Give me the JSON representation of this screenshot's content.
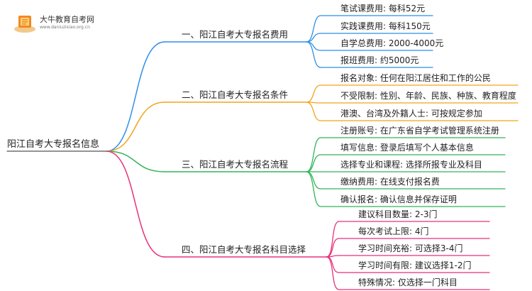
{
  "logo": {
    "title": "大牛教育自考网",
    "subtitle": "www.daniuzixiao.org.cn"
  },
  "root": "阳江自考大专报名信息",
  "colors": {
    "root_line": "#555555",
    "branches": [
      "#2f8fe8",
      "#f2a41c",
      "#31b55a",
      "#e8317a"
    ]
  },
  "branches": [
    {
      "label": "一、阳江自考大专报名费用",
      "leaves": [
        "笔试课费用: 每科52元",
        "实践课费用: 每科150元",
        "自学总费用: 2000-4000元",
        "报班费用: 约5000元"
      ]
    },
    {
      "label": "二、阳江自考大专报名条件",
      "leaves": [
        "报名对象: 任何在阳江居住和工作的公民",
        "不受限制: 性别、年龄、民族、种族、教育程度",
        "港澳、台湾及外籍人士: 可按规定参加"
      ]
    },
    {
      "label": "三、阳江自考大专报名流程",
      "leaves": [
        "注册账号: 在广东省自学考试管理系统注册",
        "填写信息: 登录后填写个人基本信息",
        "选择专业和课程: 选择所报专业及科目",
        "缴纳费用: 在线支付报名费",
        "确认报名: 确认信息并保存证明"
      ]
    },
    {
      "label": "四、阳江自考大专报名科目选择",
      "leaves": [
        "建议科目数量: 2-3门",
        "每次考试上限: 4门",
        "学习时间充裕: 可选择3-4门",
        "学习时间有限: 建议选择1-2门",
        "特殊情况: 仅选择一门科目"
      ]
    }
  ]
}
